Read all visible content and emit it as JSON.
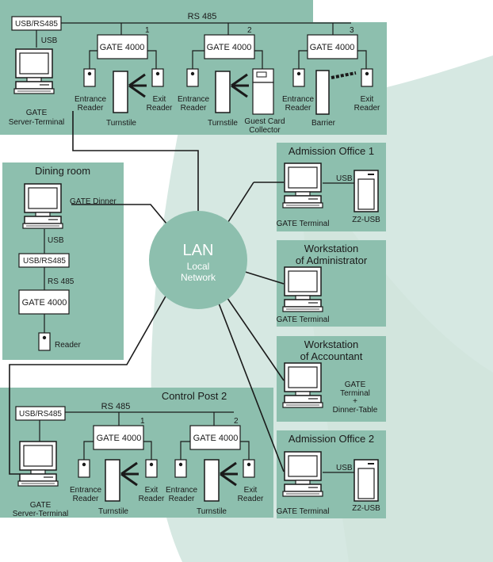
{
  "colors": {
    "panel": "#8dbfae",
    "lan": "#8dbfae",
    "line": "#1a1a1a",
    "background_swoosh": "#b5d6ca"
  },
  "icons": [
    "computer-icon",
    "reader-icon",
    "turnstile-icon",
    "barrier-icon",
    "guest-card-collector-icon",
    "z2-usb-icon"
  ],
  "top_site": {
    "usb_rs485": "USB/RS485",
    "rs485": "RS 485",
    "usb": "USB",
    "server_label": "GATE",
    "server_label2": "Server-Terminal",
    "gates": [
      {
        "num": "1",
        "label": "GATE 4000"
      },
      {
        "num": "2",
        "label": "GATE 4000"
      },
      {
        "num": "3",
        "label": "GATE 4000"
      }
    ],
    "entrance_reader": [
      "Entrance",
      "Reader"
    ],
    "exit_reader": [
      "Exit",
      "Reader"
    ],
    "turnstile": "Turnstile",
    "guest_card": [
      "Guest Card",
      "Collector"
    ],
    "barrier": "Barrier"
  },
  "dining": {
    "title": "Dining room",
    "gate_dinner": "GATE Dinner",
    "usb": "USB",
    "usb_rs485": "USB/RS485",
    "rs485": "RS 485",
    "gate": "GATE 4000",
    "reader": "Reader"
  },
  "lan": {
    "title": "LAN",
    "sub1": "Local",
    "sub2": "Network"
  },
  "admission1": {
    "title": "Admission Office 1",
    "usb": "USB",
    "terminal": "GATE Terminal",
    "device": "Z2-USB"
  },
  "admin": {
    "title1": "Workstation",
    "title2": "of Administrator",
    "terminal": "GATE Terminal"
  },
  "accountant": {
    "title1": "Workstation",
    "title2": "of Accountant",
    "l1": "GATE",
    "l2": "Terminal",
    "l3": "+",
    "l4": "Dinner-Table"
  },
  "admission2": {
    "title": "Admission Office 2",
    "usb": "USB",
    "terminal": "GATE Terminal",
    "device": "Z2-USB"
  },
  "control_post": {
    "title": "Control Post 2",
    "usb_rs485": "USB/RS485",
    "rs485": "RS 485",
    "server_label": "GATE",
    "server_label2": "Server-Terminal",
    "gates": [
      {
        "num": "1",
        "label": "GATE 4000"
      },
      {
        "num": "2",
        "label": "GATE 4000"
      }
    ],
    "entrance_reader": [
      "Entrance",
      "Reader"
    ],
    "exit_reader": [
      "Exit",
      "Reader"
    ],
    "turnstile": "Turnstile"
  }
}
